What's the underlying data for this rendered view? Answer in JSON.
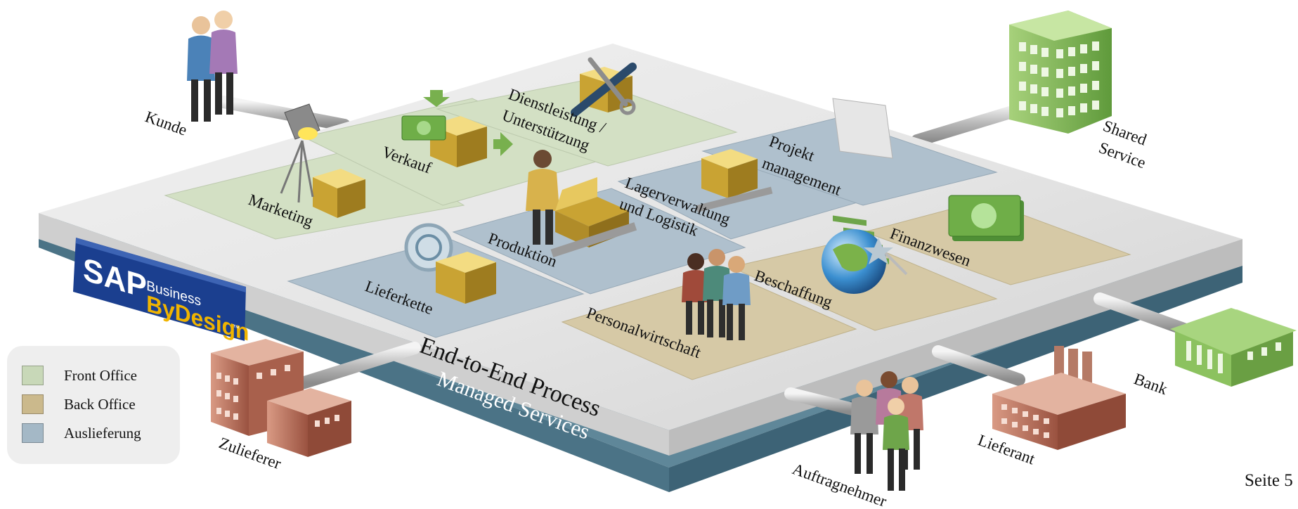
{
  "logo": {
    "brand": "SAP",
    "line1": "Business",
    "line2": "ByDesign",
    "tm": "™"
  },
  "modules": {
    "marketing": "Marketing",
    "verkauf": "Verkauf",
    "dienstleistung_1": "Dienstleistung /",
    "dienstleistung_2": "Unterstützung",
    "projekt_1": "Projekt",
    "projekt_2": "management",
    "lager_1": "Lagerverwaltung",
    "lager_2": "und Logistik",
    "produktion": "Produktion",
    "lieferkette": "Lieferkette",
    "finanzwesen": "Finanzwesen",
    "beschaffung": "Beschaffung",
    "personal": "Personalwirtschaft"
  },
  "platform": {
    "process": "End-to-End Process",
    "services": "Managed Services"
  },
  "partners": {
    "kunde": "Kunde",
    "shared_1": "Shared",
    "shared_2": "Service",
    "bank": "Bank",
    "lieferant": "Lieferant",
    "auftragnehmer": "Auftragnehmer",
    "zulieferer": "Zulieferer"
  },
  "legend": [
    {
      "label": "Front Office",
      "color": "#c8d8b8"
    },
    {
      "label": "Back Office",
      "color": "#cbb98c"
    },
    {
      "label": "Auslieferung",
      "color": "#a4b8c6"
    }
  ],
  "page": "Seite 5",
  "icons": {
    "customer": "customer-couple-icon",
    "shared_service": "office-building-icon",
    "bank": "bank-icon",
    "supplier": "factory-icon",
    "contractors": "contractor-group-icon",
    "vendor": "vendor-building-icon"
  }
}
